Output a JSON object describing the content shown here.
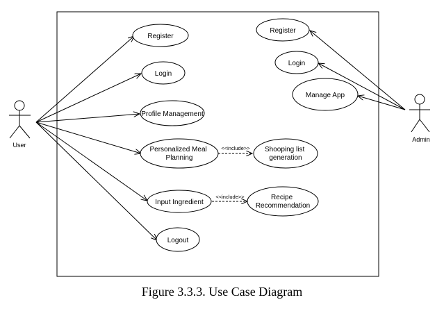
{
  "actors": {
    "user": {
      "label": "User"
    },
    "admin": {
      "label": "Admin"
    }
  },
  "use_cases": {
    "user_register": [
      "Register"
    ],
    "user_login": [
      "Login"
    ],
    "profile_management": [
      "Profile Management"
    ],
    "meal_planning": [
      "Personalized Meal",
      "Planning"
    ],
    "shopping_list": [
      "Shooping list",
      "generation"
    ],
    "input_ingredient": [
      "Input Ingredient"
    ],
    "recipe_recommendation": [
      "Recipe",
      "Recommendation"
    ],
    "logout": [
      "Logout"
    ],
    "admin_register": [
      "Register"
    ],
    "admin_login": [
      "Login"
    ],
    "manage_app": [
      "Manage App"
    ]
  },
  "relations": {
    "include_1": "<<include>>",
    "include_2": "<<include>>"
  },
  "caption": "Figure 3.3.3. Use Case Diagram"
}
